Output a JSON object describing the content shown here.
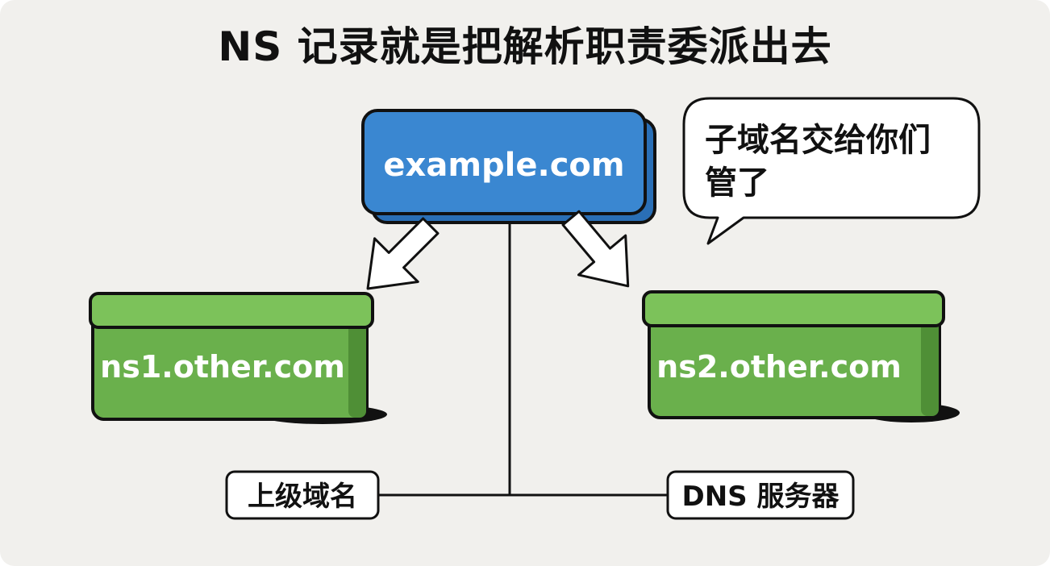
{
  "title": "NS 记录就是把解析职责委派出去",
  "nodes": {
    "parent": {
      "label": "example.com",
      "fill": "#3a87d1",
      "shadow": "#2a6fb6"
    },
    "ns1": {
      "label": "ns1.other.com",
      "fill": "#6ab04c",
      "lid": "#7cc25a",
      "side": "#4f8f36"
    },
    "ns2": {
      "label": "ns2.other.com",
      "fill": "#6ab04c",
      "lid": "#7cc25a",
      "side": "#4f8f36"
    }
  },
  "speech_bubble": {
    "line1": "子域名交给你们",
    "line2": "管了"
  },
  "legend": {
    "left_label": "上级域名",
    "right_label": "DNS 服务器"
  },
  "colors": {
    "background": "#f1f0ed",
    "outline": "#111111",
    "arrow_fill": "#ffffff",
    "label_box_fill": "#ffffff"
  }
}
